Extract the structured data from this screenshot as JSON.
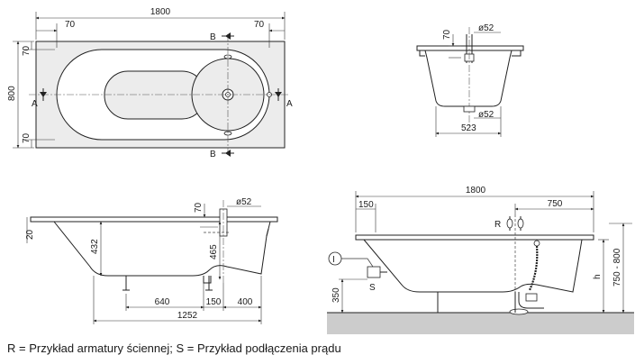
{
  "top_view": {
    "length": "1800",
    "width": "800",
    "offset_left": "70",
    "offset_right": "70",
    "offset_top": "70",
    "offset_bottom": "70",
    "section_a": "A",
    "section_b": "B"
  },
  "end_view": {
    "top_offset": "70",
    "tap_hole": "ø52",
    "drain": "ø52",
    "bottom_width": "523"
  },
  "side_view": {
    "rim_height": "20",
    "depth": "432",
    "top_offset": "70",
    "tap_hole": "ø52",
    "inner_height": "465",
    "dim_640": "640",
    "dim_150": "150",
    "dim_400": "400",
    "dim_1252": "1252"
  },
  "install_view": {
    "length": "1800",
    "dim_150": "150",
    "dim_750": "750",
    "label_r": "R",
    "label_s": "S",
    "label_i": "I",
    "height_350": "350",
    "height_h": "h",
    "height_range": "750 - 800"
  },
  "caption": "R = Przykład armatury ściennej; S = Przykład podłączenia prądu"
}
